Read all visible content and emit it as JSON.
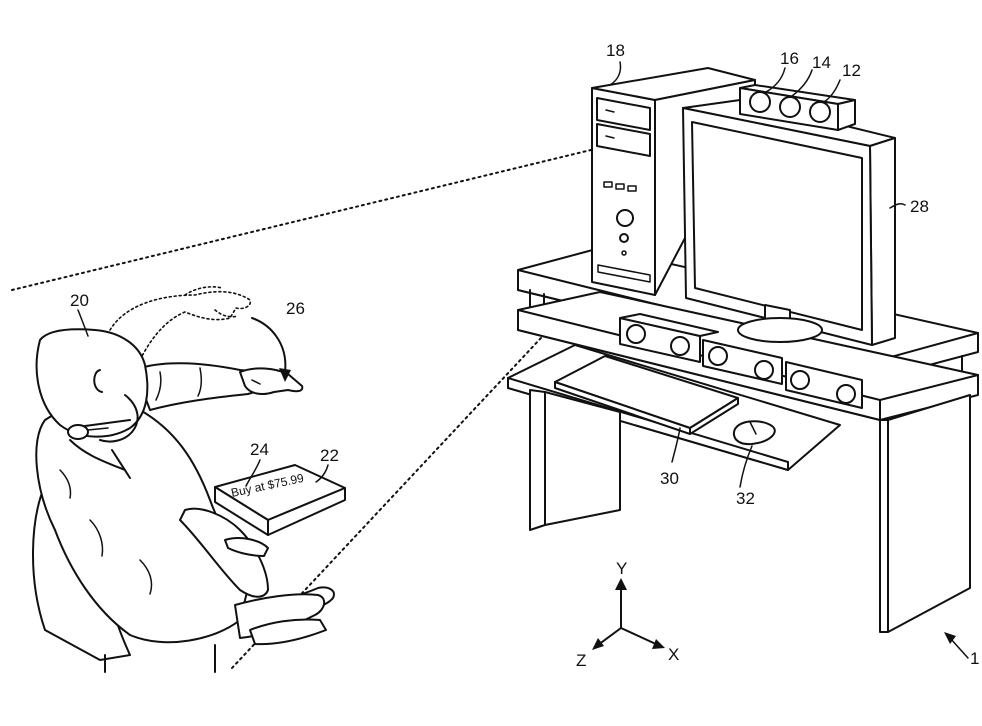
{
  "labels": {
    "r1": "1",
    "r12": "12",
    "r14": "14",
    "r16": "16",
    "r18": "18",
    "r20": "20",
    "r22": "22",
    "r24": "24",
    "r26": "26",
    "r28": "28",
    "r30": "30",
    "r32": "32"
  },
  "book_text": "Buy at $75.99",
  "axes": {
    "x": "X",
    "y": "Y",
    "z": "Z"
  }
}
